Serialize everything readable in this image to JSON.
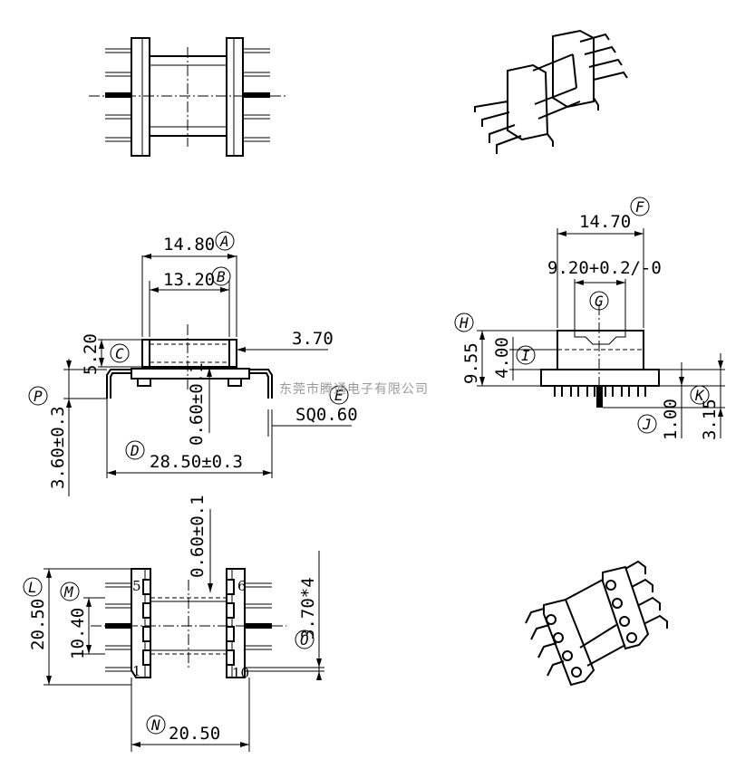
{
  "watermark": "东莞市腾通电子有限公司",
  "front_view": {
    "dim_a": "14.80",
    "label_a": "A",
    "dim_b": "13.20",
    "label_b": "B",
    "dim_c": "5.20",
    "label_c": "C",
    "dim_pitch": "3.70",
    "dim_e": "SQ0.60",
    "label_e": "E",
    "dim_flange": "0.60±0.1",
    "dim_p": "3.60±0.3",
    "label_p": "P",
    "dim_d": "28.50±0.3",
    "label_d": "D"
  },
  "side_view": {
    "dim_f": "14.70",
    "label_f": "F",
    "dim_g": "9.20+0.2/-0",
    "label_g": "G",
    "dim_h": "9.55",
    "label_h": "H",
    "dim_i": "4.00",
    "label_i": "I",
    "dim_j": "1.00",
    "label_j": "J",
    "dim_k": "3.15",
    "label_k": "K"
  },
  "bottom_view": {
    "dim_flange": "0.60±0.1",
    "dim_l": "20.50",
    "label_l": "L",
    "dim_m": "10.40",
    "label_m": "M",
    "dim_o": "3.70*4",
    "label_o": "O",
    "dim_n": "20.50",
    "label_n": "N",
    "pin_5": "5",
    "pin_6": "6",
    "pin_1": "1",
    "pin_10": "10"
  }
}
